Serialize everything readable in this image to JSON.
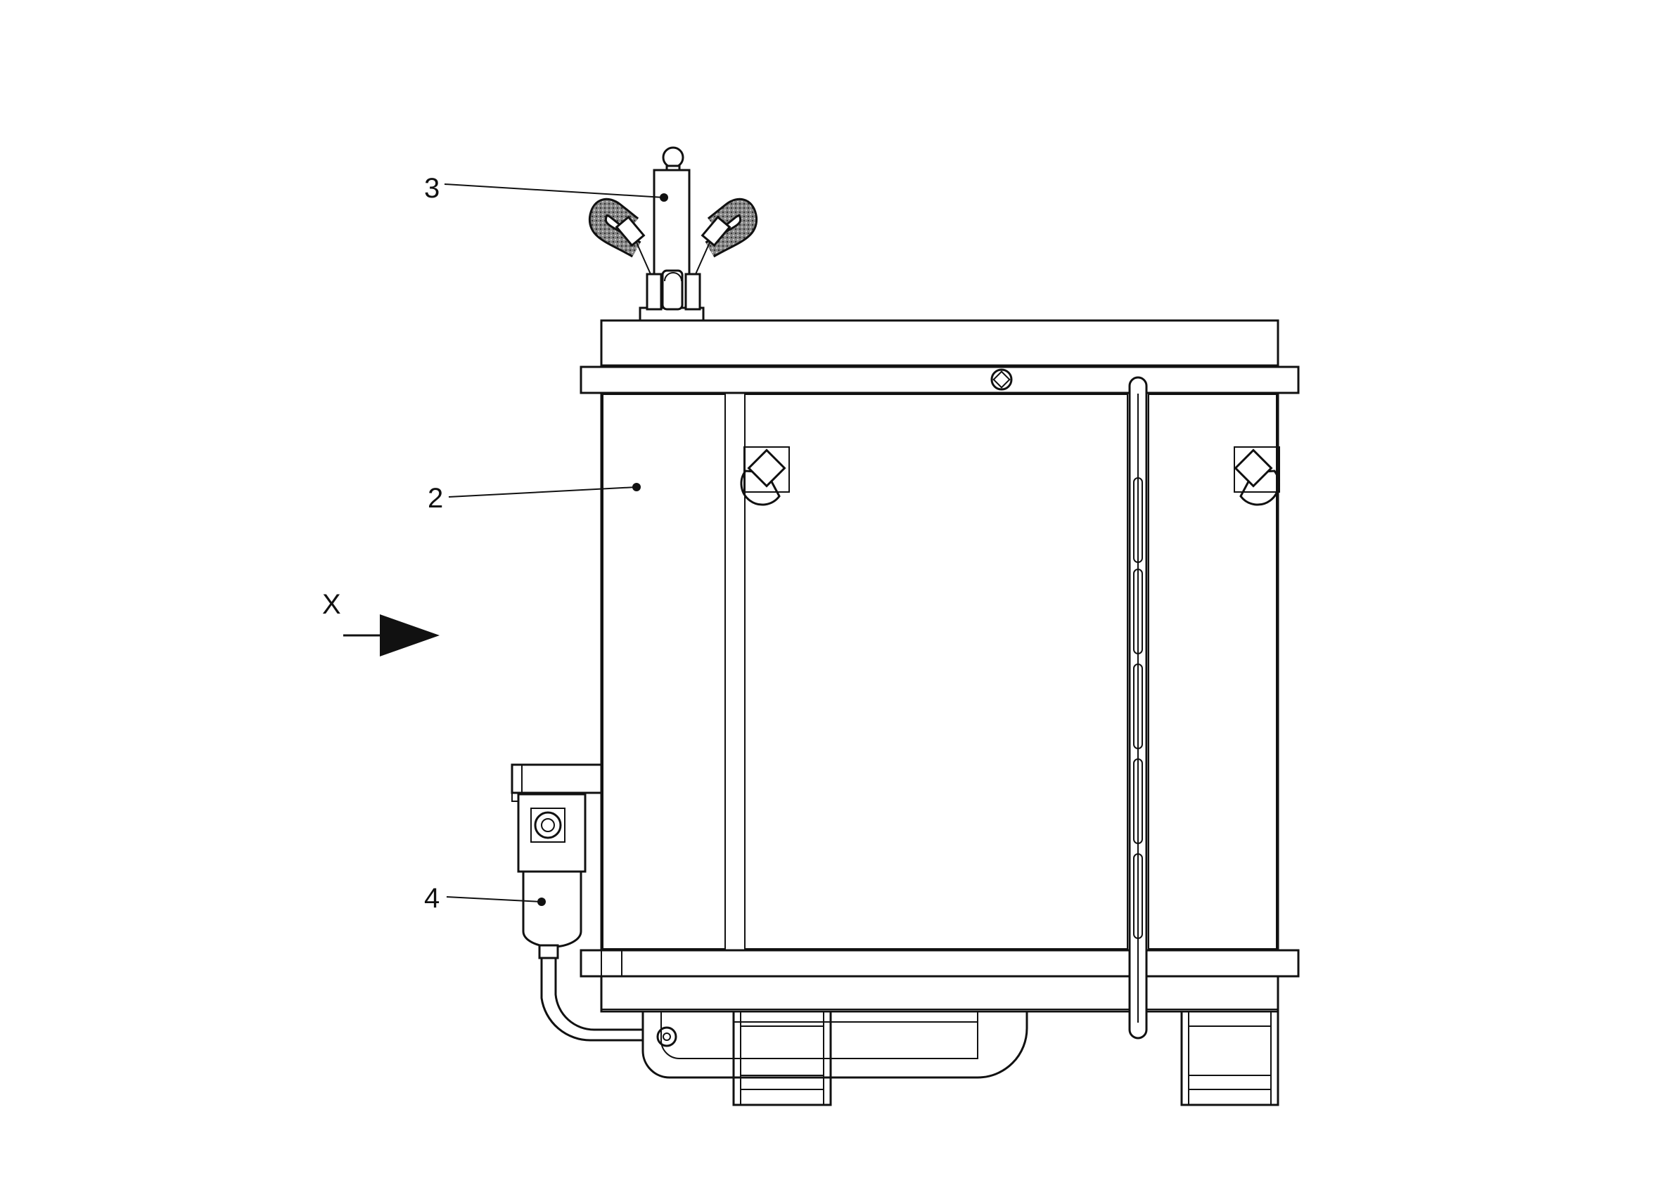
{
  "callouts": [
    {
      "id": "3",
      "text": "3"
    },
    {
      "id": "2",
      "text": "2"
    },
    {
      "id": "4",
      "text": "4"
    }
  ],
  "view_marker": {
    "text": "X"
  },
  "colors": {
    "line": "#111111",
    "background": "#ffffff",
    "hose": "#555555"
  }
}
